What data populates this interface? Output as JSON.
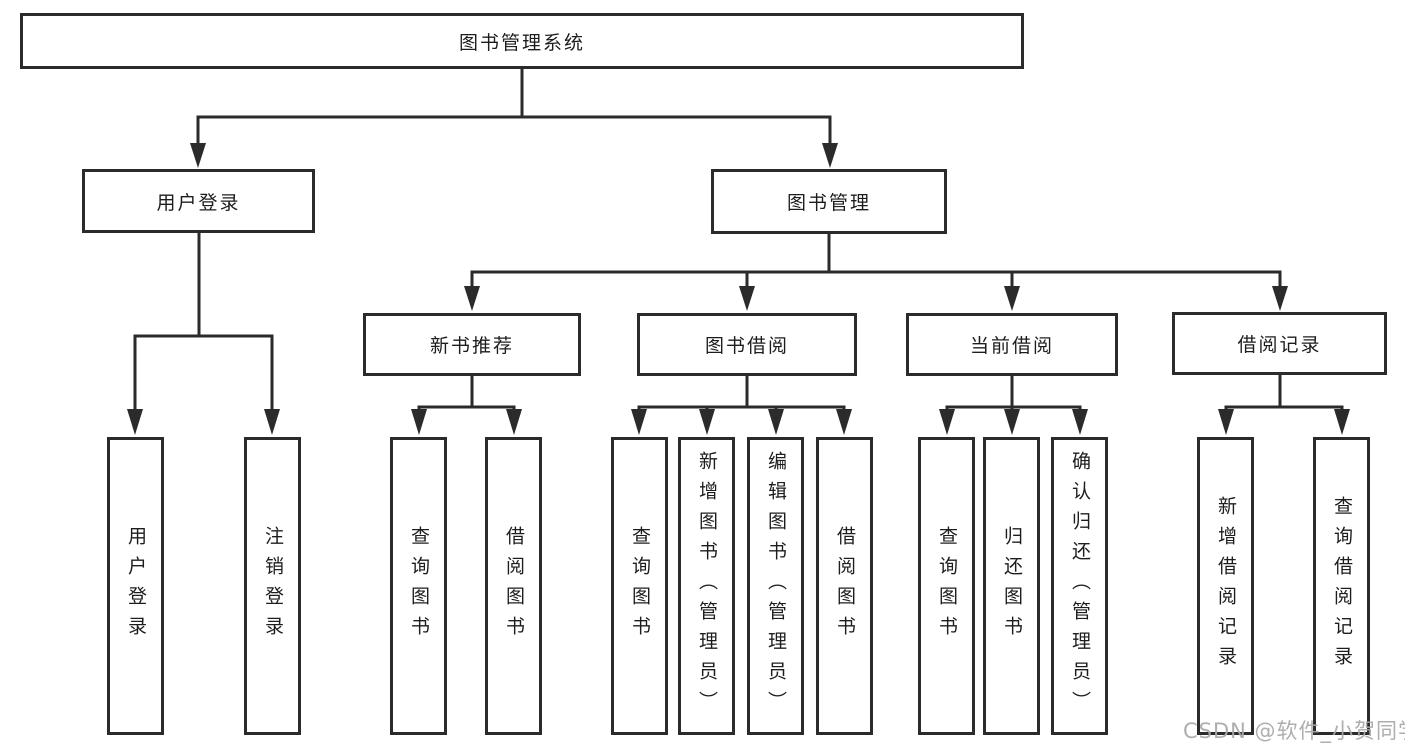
{
  "diagram": {
    "root": {
      "label": "图书管理系统"
    },
    "branches": [
      {
        "label": "用户登录",
        "children": [
          {
            "label": "用户登录"
          },
          {
            "label": "注销登录"
          }
        ]
      },
      {
        "label": "图书管理",
        "children": [
          {
            "label": "新书推荐",
            "children": [
              {
                "label": "查询图书"
              },
              {
                "label": "借阅图书"
              }
            ]
          },
          {
            "label": "图书借阅",
            "children": [
              {
                "label": "查询图书"
              },
              {
                "label": "新增图书（管理员）"
              },
              {
                "label": "编辑图书（管理员）"
              },
              {
                "label": "借阅图书"
              }
            ]
          },
          {
            "label": "当前借阅",
            "children": [
              {
                "label": "查询图书"
              },
              {
                "label": "归还图书"
              },
              {
                "label": "确认归还（管理员）"
              }
            ]
          },
          {
            "label": "借阅记录",
            "children": [
              {
                "label": "新增借阅记录"
              },
              {
                "label": "查询借阅记录"
              }
            ]
          }
        ]
      }
    ]
  },
  "watermark": {
    "text": "CSDN @软件_小贺同学"
  },
  "colors": {
    "line": "#2b2b2b",
    "text": "#1d1d1d",
    "background": "#ffffff",
    "watermark": "#aaaaac"
  }
}
